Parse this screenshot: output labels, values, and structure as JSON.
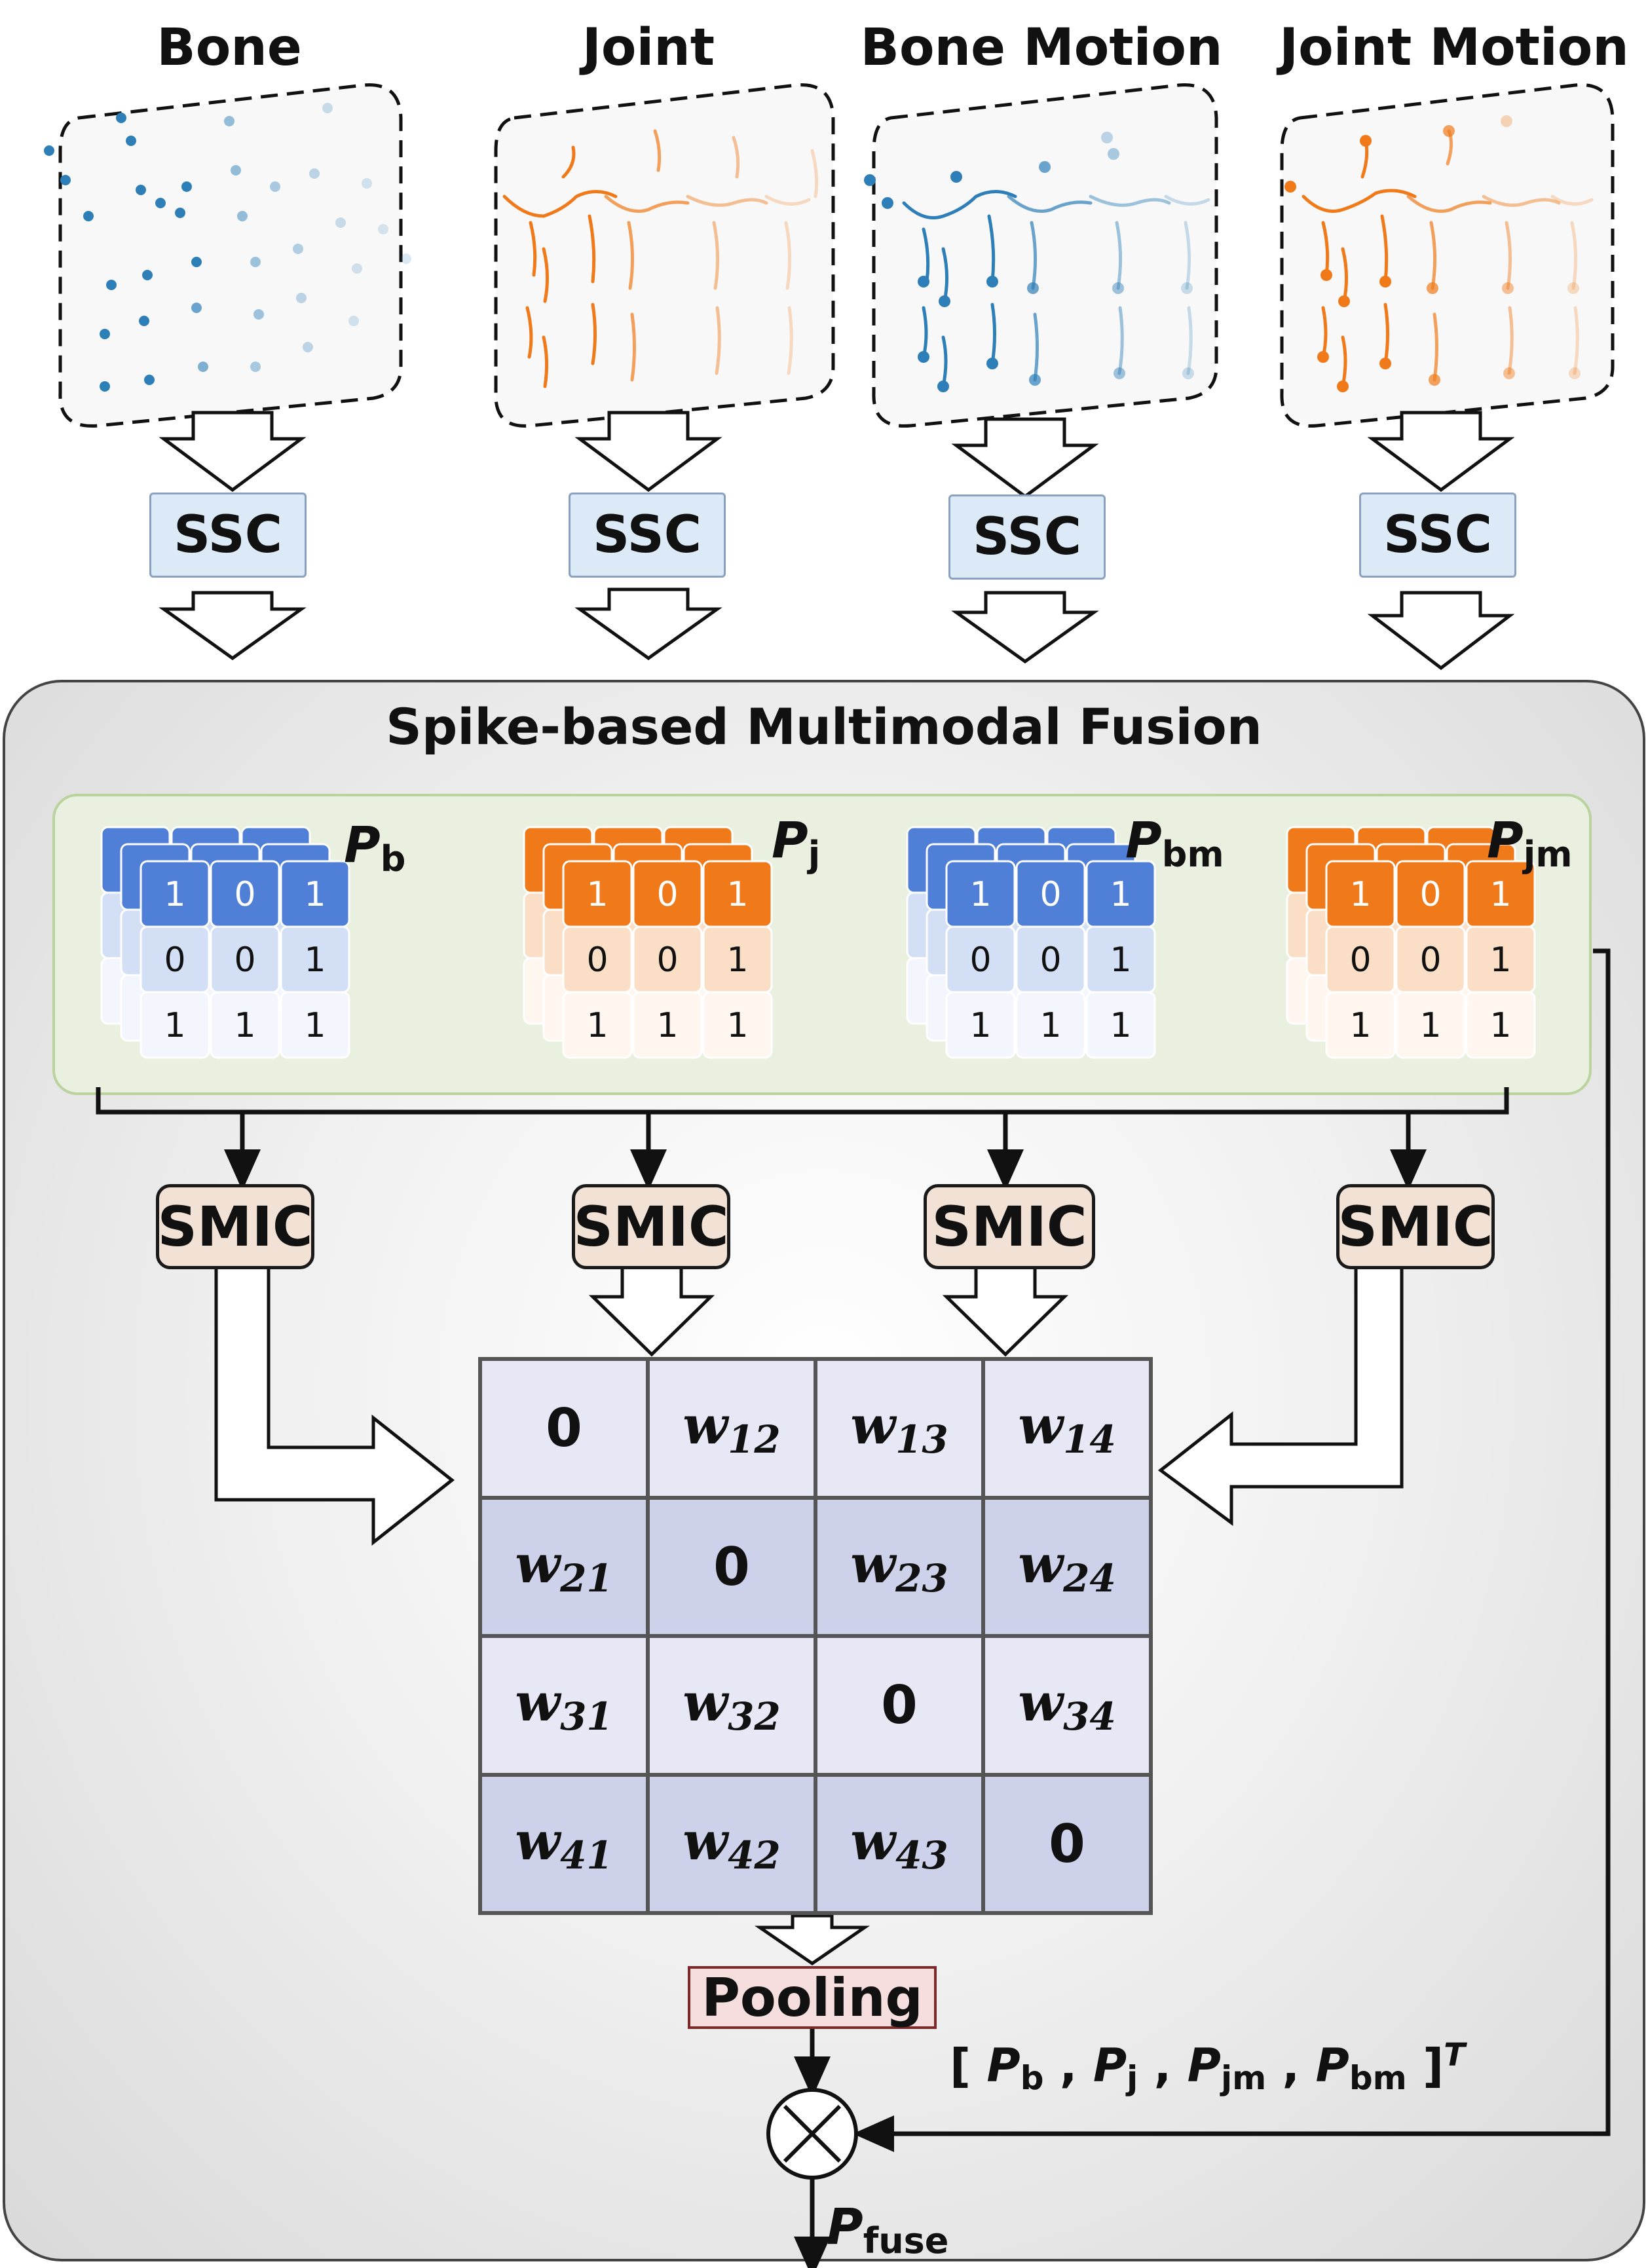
{
  "modalities": [
    {
      "title": "Bone",
      "encoder": "SSC"
    },
    {
      "title": "Joint",
      "encoder": "SSC"
    },
    {
      "title": "Bone Motion",
      "encoder": "SSC"
    },
    {
      "title": "Joint Motion",
      "encoder": "SSC"
    }
  ],
  "fusion": {
    "title": "Spike-based Multimodal Fusion",
    "tensors": [
      {
        "symbol": "P",
        "sub": "b",
        "color": "#4f7fd6"
      },
      {
        "symbol": "P",
        "sub": "j",
        "color": "#f07a1a"
      },
      {
        "symbol": "P",
        "sub": "bm",
        "color": "#4f7fd6"
      },
      {
        "symbol": "P",
        "sub": "jm",
        "color": "#f07a1a"
      }
    ],
    "bits": {
      "row1": [
        "1",
        "0",
        "1"
      ],
      "row2": [
        "0",
        "0",
        "1"
      ],
      "row3": [
        "1",
        "1",
        "1"
      ]
    },
    "smic_label": "SMIC",
    "matrix": [
      [
        "0",
        "w12",
        "w13",
        "w14"
      ],
      [
        "w21",
        "0",
        "w23",
        "w24"
      ],
      [
        "w31",
        "w32",
        "0",
        "w34"
      ],
      [
        "w41",
        "w42",
        "w43",
        "0"
      ]
    ],
    "pooling_label": "Pooling",
    "vector": {
      "open": "[",
      "items": [
        {
          "s": "P",
          "sub": "b"
        },
        {
          "s": "P",
          "sub": "j"
        },
        {
          "s": "P",
          "sub": "jm"
        },
        {
          "s": "P",
          "sub": "bm"
        }
      ],
      "close": "]",
      "sup": "T"
    },
    "multiply_symbol": "⊗",
    "output": {
      "symbol": "P",
      "sub": "fuse"
    }
  },
  "colors": {
    "blue": "#2e7fb8",
    "orange": "#f07a1a",
    "ssc_fill": "#dce9f7",
    "smic_fill": "#f2e2d5",
    "pool_fill": "#f7dede",
    "panel_fill": "#e9f0df"
  }
}
